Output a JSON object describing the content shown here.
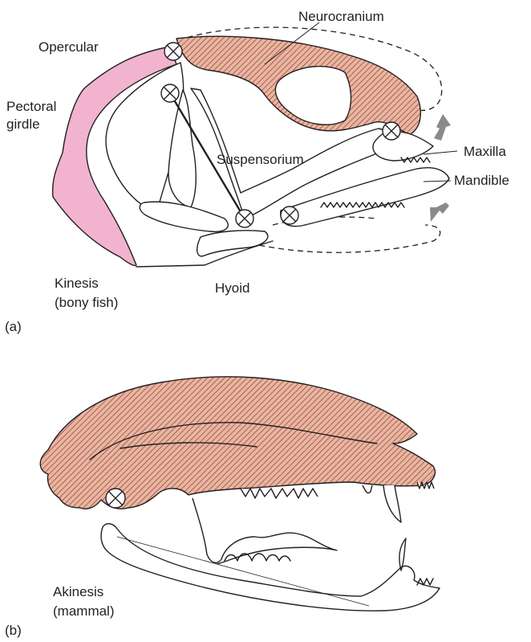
{
  "panel_a": {
    "panel_label": "(a)",
    "caption_line1": "Kinesis",
    "caption_line2": "(bony fish)",
    "labels": {
      "neurocranium": "Neurocranium",
      "opercular": "Opercular",
      "pectoral_line1": "Pectoral",
      "pectoral_line2": "girdle",
      "suspensorium": "Suspensorium",
      "maxilla": "Maxilla",
      "mandible": "Mandible",
      "hyoid": "Hyoid"
    }
  },
  "panel_b": {
    "panel_label": "(b)",
    "caption_line1": "Akinesis",
    "caption_line2": "(mammal)"
  },
  "colors": {
    "hatch_fill": "#e8b6a2",
    "hatch_line": "#9a4a36",
    "pectoral_fill": "#f2b3cf",
    "arrow_gray": "#8a8a8a",
    "ink": "#231f20"
  }
}
